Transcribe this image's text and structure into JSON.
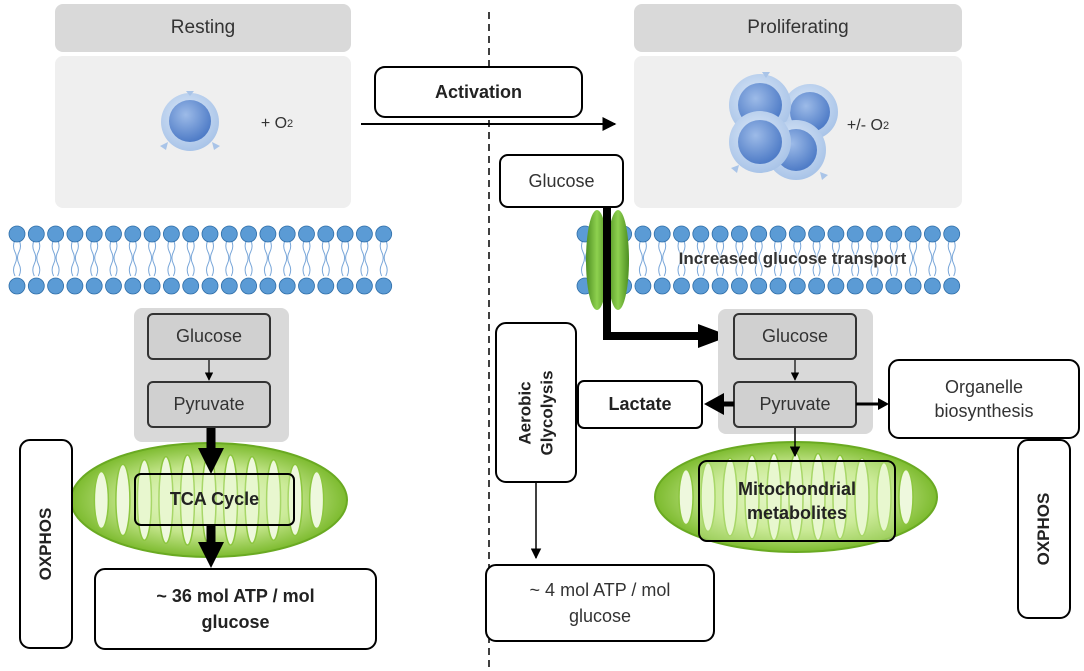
{
  "left": {
    "header": "Resting",
    "oxygen": "+ O",
    "oxygen_sub": "2",
    "glucose": "Glucose",
    "pyruvate": "Pyruvate",
    "tca": "TCA Cycle",
    "oxphos": "OXPHOS",
    "atp_line1": "~ 36 mol ATP / mol",
    "atp_line2": "glucose"
  },
  "center": {
    "activation": "Activation"
  },
  "right": {
    "header": "Proliferating",
    "oxygen": "+/- O",
    "oxygen_sub": "2",
    "glucose_outside": "Glucose",
    "transport": "Increased glucose transport",
    "aerobic_line1": "Aerobic",
    "aerobic_line2": "Glycolysis",
    "glucose": "Glucose",
    "pyruvate": "Pyruvate",
    "lactate": "Lactate",
    "organelle_line1": "Organelle",
    "organelle_line2": "biosynthesis",
    "mito_line1": "Mitochondrial",
    "mito_line2": "metabolites",
    "oxphos": "OXPHOS",
    "atp_line1": "~ 4 mol ATP / mol",
    "atp_line2": "glucose"
  },
  "colors": {
    "panel_header": "#d9d9d9",
    "panel_body": "#efefef",
    "metabolite_box": "#d0d0d0",
    "membrane_head": "#5b9bd5",
    "transporter": "#6aaa3a",
    "mito_green": "#8cc63f",
    "cell_blue": "#a9c4e8"
  }
}
